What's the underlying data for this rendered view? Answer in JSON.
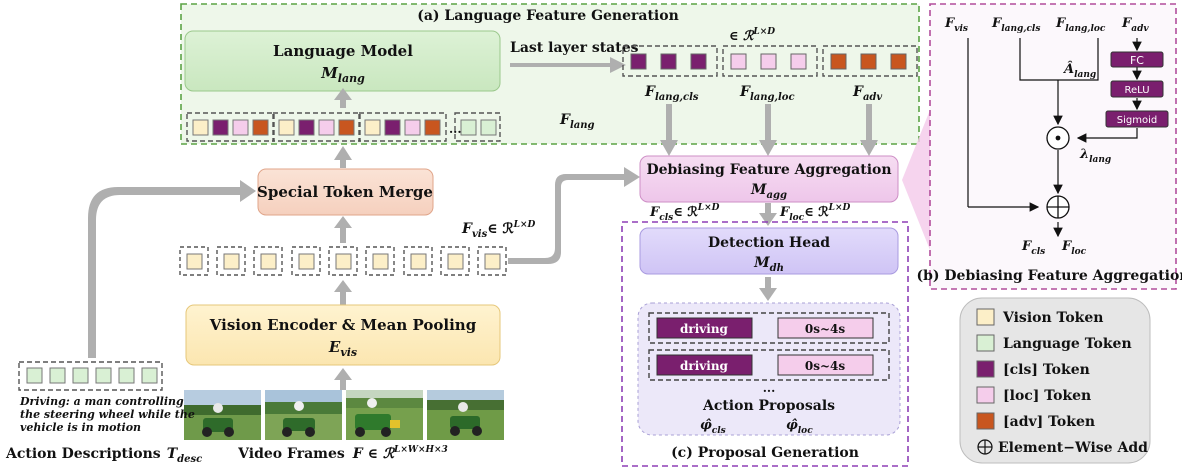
{
  "panel_a": {
    "title": "(a) Language Feature Generation"
  },
  "panel_b": {
    "title": "(b) Debiasing Feature Aggregation"
  },
  "panel_c": {
    "title": "(c) Proposal Generation"
  },
  "language_model": {
    "title": "Language Model",
    "symbol": "M",
    "symbol_sub": "lang"
  },
  "last_layer_states": "Last layer states",
  "dim_in": "∈ ℛ",
  "dim_sup": "L×D",
  "f_lang": {
    "base": "F",
    "sub": "lang"
  },
  "f_lang_cls": {
    "base": "F",
    "sub": "lang,cls"
  },
  "f_lang_loc": {
    "base": "F",
    "sub": "lang,loc"
  },
  "f_adv": {
    "base": "F",
    "sub": "adv"
  },
  "f_vis": {
    "base": "F",
    "sub": "vis"
  },
  "f_cls": {
    "base": "F",
    "sub": "cls"
  },
  "f_loc": {
    "base": "F",
    "sub": "loc"
  },
  "special_token_merge": "Special Token Merge",
  "debias_agg": {
    "title": "Debiasing Feature Aggregation",
    "symbol": "M",
    "symbol_sub": "agg"
  },
  "detection_head": {
    "title": "Detection Head",
    "symbol": "M",
    "symbol_sub": "dh"
  },
  "vision_encoder": {
    "title": "Vision Encoder & Mean Pooling",
    "symbol": "E",
    "symbol_sub": "vis"
  },
  "token_ellipsis": "...",
  "action_desc": {
    "line1": "Driving: a man controlling",
    "line2": "the steering wheel while the",
    "line3": "vehicle is in motion",
    "label": "Action Descriptions",
    "symbol": "T",
    "symbol_sub": "desc"
  },
  "video_frames": {
    "label": "Video Frames",
    "symbol": "F ∈ ℛ",
    "sup": "L×W×H×3"
  },
  "proposals": [
    {
      "action": "driving",
      "time": "0s~4s"
    },
    {
      "action": "driving",
      "time": "0s~4s"
    }
  ],
  "proposal_ellipsis": "...",
  "action_proposals": "Action Proposals",
  "phi_cls": {
    "base": "φ̂",
    "sub": "cls"
  },
  "phi_loc": {
    "base": "φ̂",
    "sub": "loc"
  },
  "panel_b_blocks": {
    "fc": "FC",
    "relu": "ReLU",
    "sigmoid": "Sigmoid"
  },
  "a_lang": {
    "base": "Â",
    "sub": "lang"
  },
  "lambda_lang": {
    "base": "λ",
    "sub": "lang"
  },
  "legend": [
    {
      "label": "Vision Token",
      "color": "#FCEFC8"
    },
    {
      "label": "Language Token",
      "color": "#D9F0D4"
    },
    {
      "label": "[cls] Token",
      "color": "#7A1F6E"
    },
    {
      "label": "[loc] Token",
      "color": "#F5CDEB"
    },
    {
      "label": "[adv] Token",
      "color": "#C8561F"
    },
    {
      "label": "Element−Wise Add",
      "color": ""
    }
  ],
  "colors": {
    "vision_token": "#FCEFC8",
    "language_token": "#D9F0D4",
    "cls_token": "#7A1F6E",
    "loc_token": "#F5CDEB",
    "adv_token": "#C8561F",
    "panel_a_border": "#5BA345",
    "panel_bc_border": "#8E3FB5",
    "arrow_gray": "#AFAFAF"
  }
}
